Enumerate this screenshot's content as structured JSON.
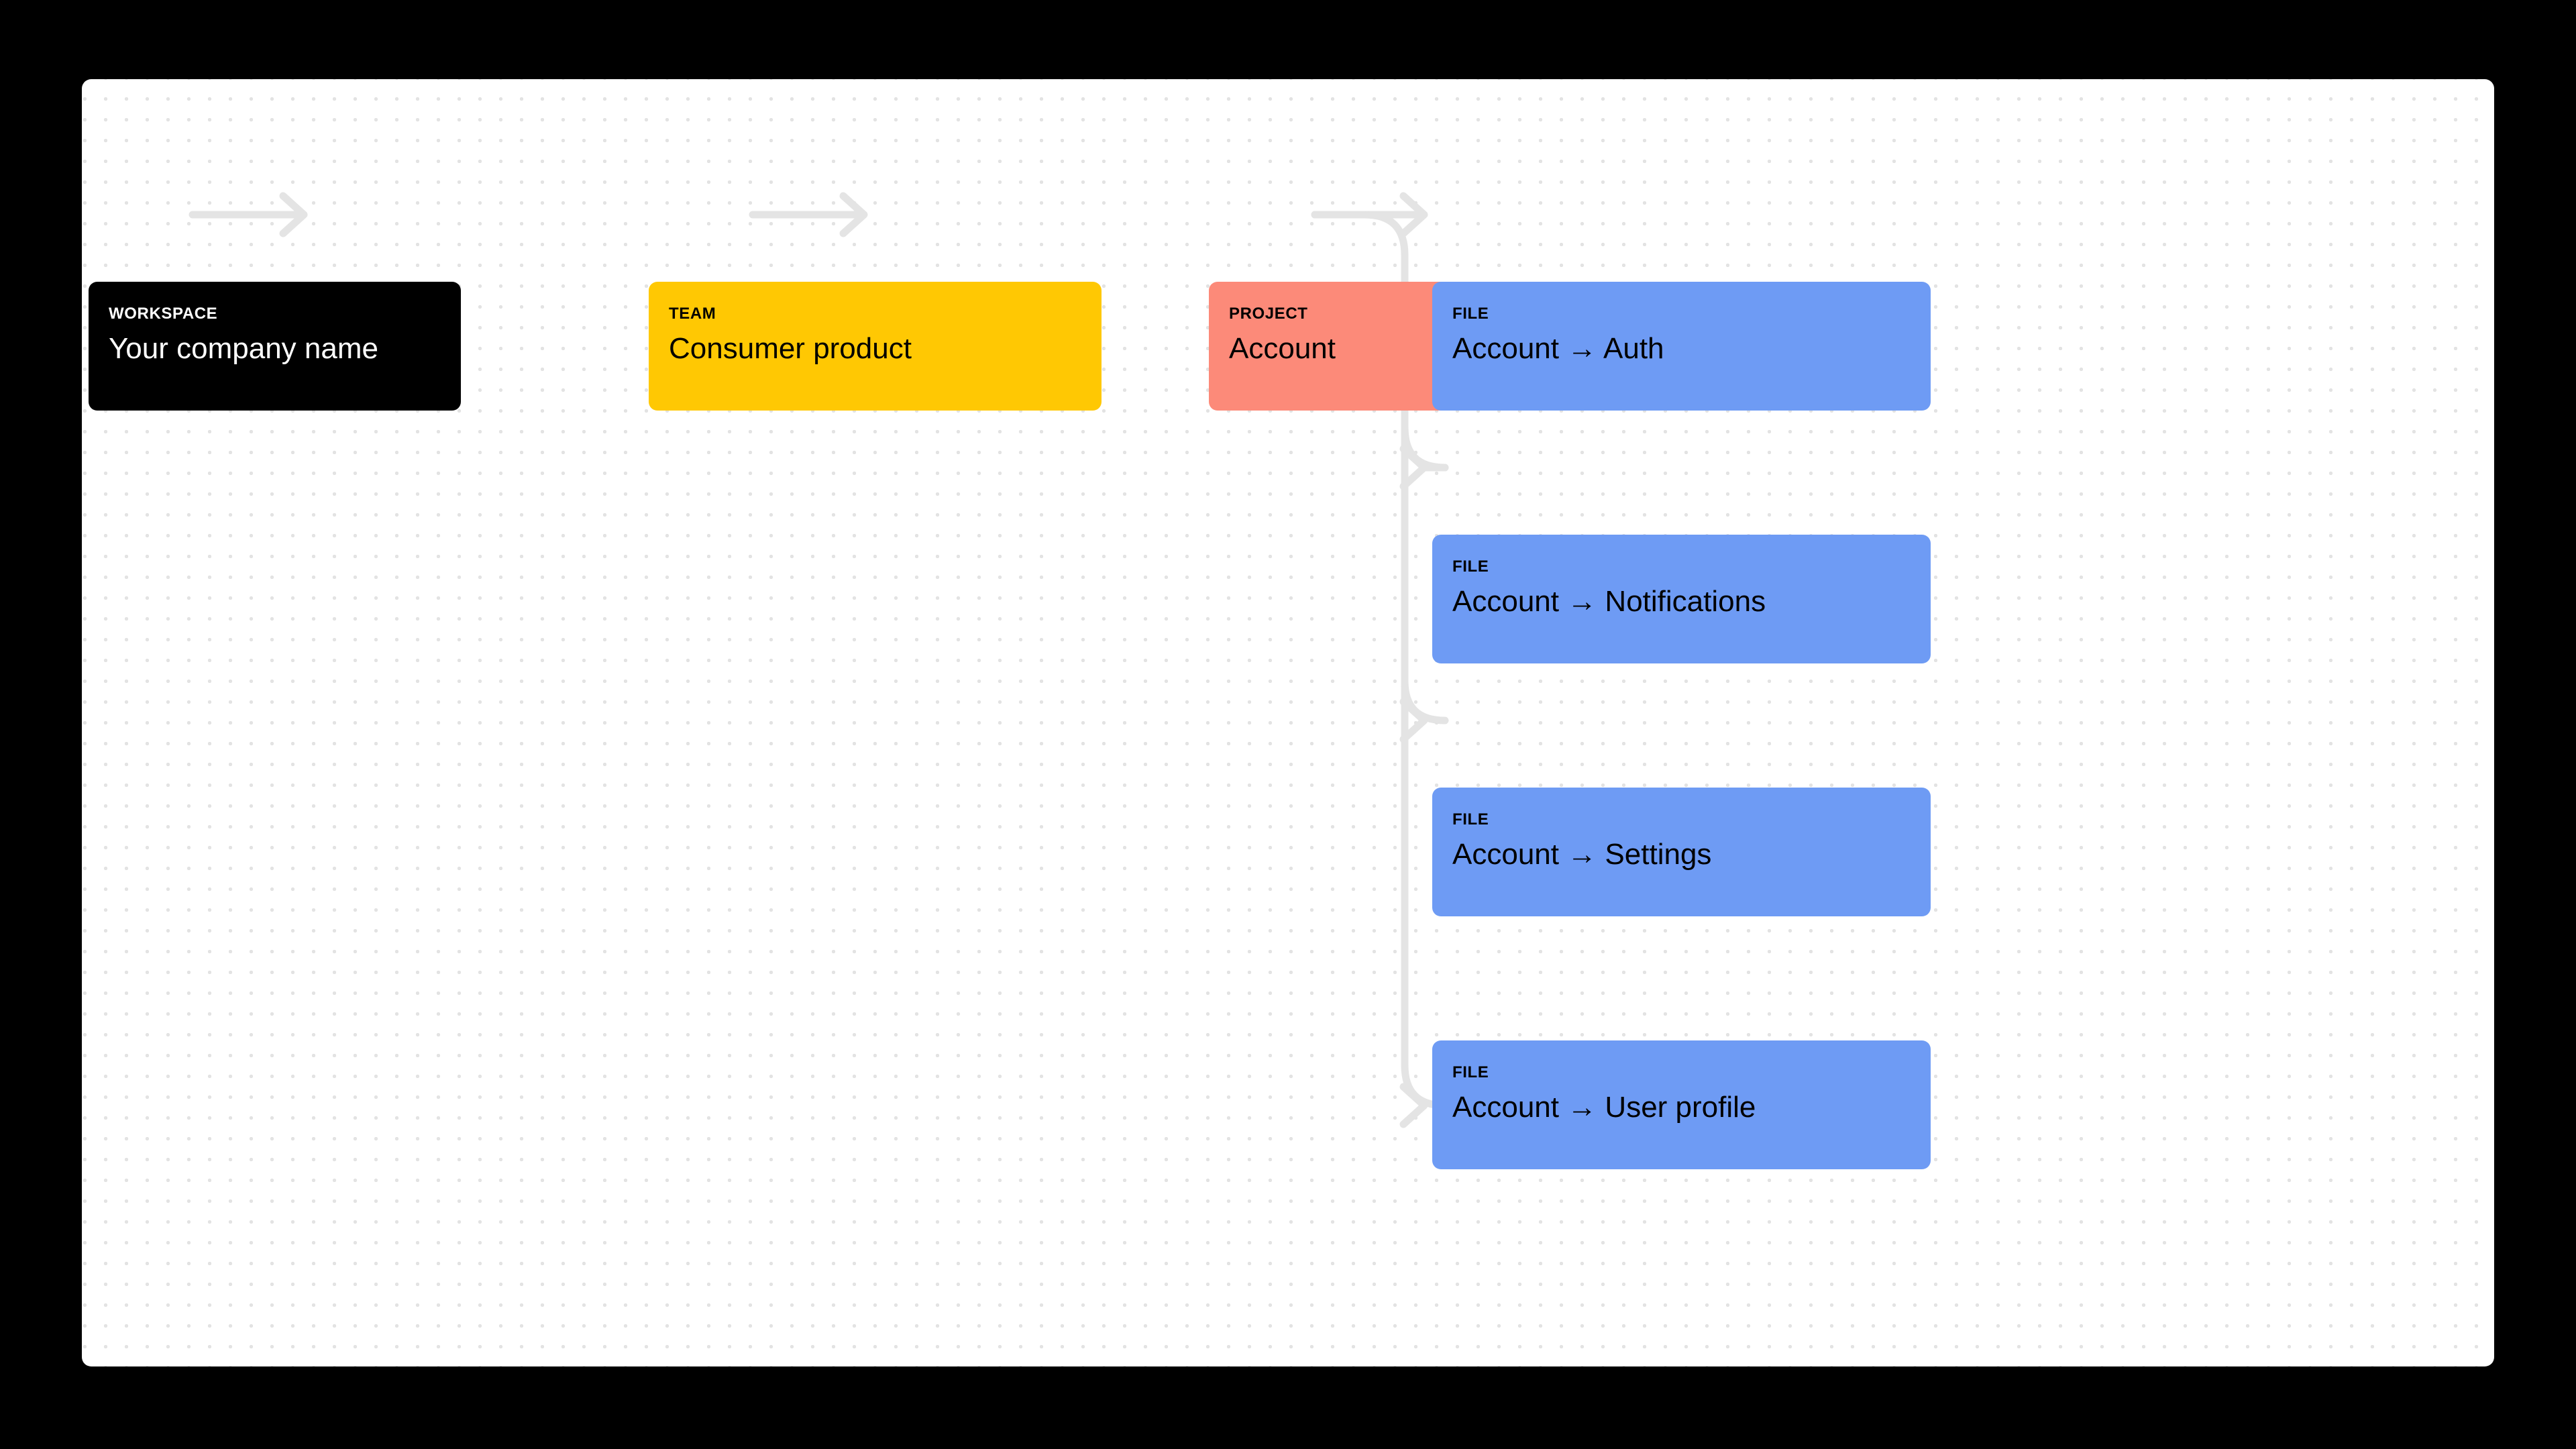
{
  "canvas": {
    "background_color": "#ffffff",
    "page_background_color": "#000000",
    "dot_grid_color": "#e3e3e3"
  },
  "palette": {
    "workspace": "#000000",
    "team": "#FFC803",
    "project": "#FC8A79",
    "file": "#6E9BF4",
    "connector": "#E4E4E4"
  },
  "nodes": {
    "workspace": {
      "kicker": "WORKSPACE",
      "title": "Your company name"
    },
    "team": {
      "kicker": "TEAM",
      "title": "Consumer product"
    },
    "project": {
      "kicker": "PROJECT",
      "title": "Account"
    },
    "files": [
      {
        "kicker": "FILE",
        "title": "Account → Auth"
      },
      {
        "kicker": "FILE",
        "title": "Account → Notifications"
      },
      {
        "kicker": "FILE",
        "title": "Account → Settings"
      },
      {
        "kicker": "FILE",
        "title": "Account → User profile"
      }
    ]
  },
  "connectors": [
    {
      "name": "workspace-to-team",
      "from": "workspace",
      "to": "team",
      "style": "straight-arrow"
    },
    {
      "name": "team-to-project",
      "from": "team",
      "to": "project",
      "style": "straight-arrow"
    },
    {
      "name": "project-to-file-auth",
      "from": "project",
      "to": "file-auth",
      "style": "straight-arrow"
    },
    {
      "name": "project-to-file-notifications",
      "from": "project",
      "to": "file-notifications",
      "style": "elbow-arrow"
    },
    {
      "name": "project-to-file-settings",
      "from": "project",
      "to": "file-settings",
      "style": "elbow-arrow"
    },
    {
      "name": "project-to-file-user-profile",
      "from": "project",
      "to": "file-user-profile",
      "style": "elbow-arrow"
    }
  ]
}
